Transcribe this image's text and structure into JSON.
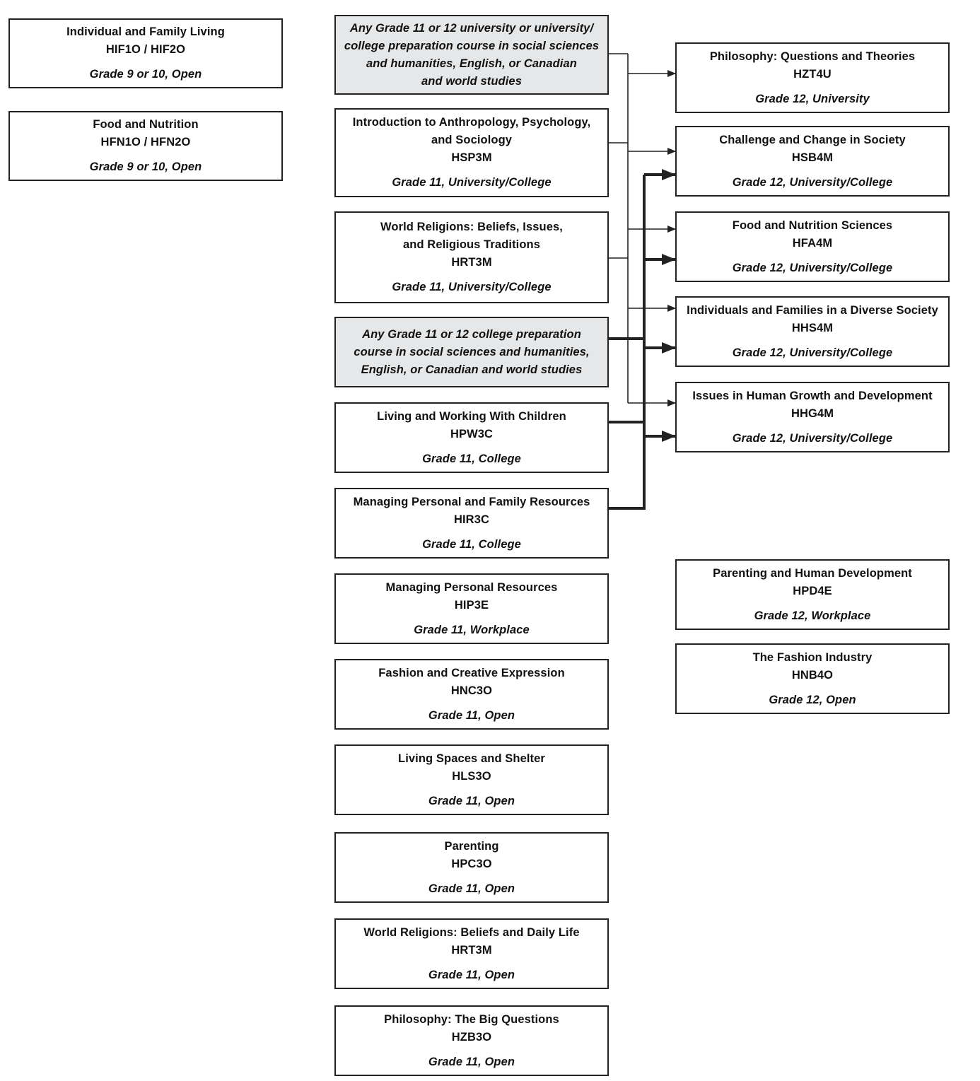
{
  "left_courses": [
    {
      "title": "Individual and Family Living",
      "code": "HIF1O / HIF2O",
      "grade": "Grade 9 or 10, Open"
    },
    {
      "title": "Food and Nutrition",
      "code": "HFN1O / HFN2O",
      "grade": "Grade 9 or 10, Open"
    }
  ],
  "prereq_univ": {
    "text": "Any Grade 11 or 12 university or university/\ncollege preparation course in social sciences\nand humanities, English, or Canadian\nand world studies"
  },
  "prereq_college": {
    "text": "Any Grade 11 or 12 college preparation\ncourse in social sciences and humanities,\nEnglish, or Canadian and world studies"
  },
  "middle_courses": [
    {
      "title": "Introduction to Anthropology, Psychology,\nand Sociology",
      "code": "HSP3M",
      "grade": "Grade 11, University/College"
    },
    {
      "title": "World Religions: Beliefs, Issues,\nand Religious Traditions",
      "code": "HRT3M",
      "grade": "Grade 11, University/College"
    },
    {
      "title": "Living and Working With Children",
      "code": "HPW3C",
      "grade": "Grade 11, College"
    },
    {
      "title": "Managing Personal and Family Resources",
      "code": "HIR3C",
      "grade": "Grade 11, College"
    },
    {
      "title": "Managing Personal Resources",
      "code": "HIP3E",
      "grade": "Grade 11, Workplace"
    },
    {
      "title": "Fashion and Creative Expression",
      "code": "HNC3O",
      "grade": "Grade 11, Open"
    },
    {
      "title": "Living Spaces and Shelter",
      "code": "HLS3O",
      "grade": "Grade 11, Open"
    },
    {
      "title": "Parenting",
      "code": "HPC3O",
      "grade": "Grade 11, Open"
    },
    {
      "title": "World Religions: Beliefs and Daily Life",
      "code": "HRT3M",
      "grade": "Grade 11, Open"
    },
    {
      "title": "Philosophy: The Big Questions",
      "code": "HZB3O",
      "grade": "Grade 11, Open"
    }
  ],
  "right_courses": [
    {
      "title": "Philosophy: Questions and Theories",
      "code": "HZT4U",
      "grade": "Grade 12, University"
    },
    {
      "title": "Challenge and Change in Society",
      "code": "HSB4M",
      "grade": "Grade 12, University/College"
    },
    {
      "title": "Food and Nutrition Sciences",
      "code": "HFA4M",
      "grade": "Grade 12, University/College"
    },
    {
      "title": "Individuals and Families in a Diverse Society",
      "code": "HHS4M",
      "grade": "Grade 12, University/College"
    },
    {
      "title": "Issues in Human Growth and Development",
      "code": "HHG4M",
      "grade": "Grade 12, University/College"
    },
    {
      "title": "Parenting and Human Development",
      "code": "HPD4E",
      "grade": "Grade 12, Workplace"
    },
    {
      "title": "The Fashion Industry",
      "code": "HNB4O",
      "grade": "Grade 12, Open"
    }
  ]
}
